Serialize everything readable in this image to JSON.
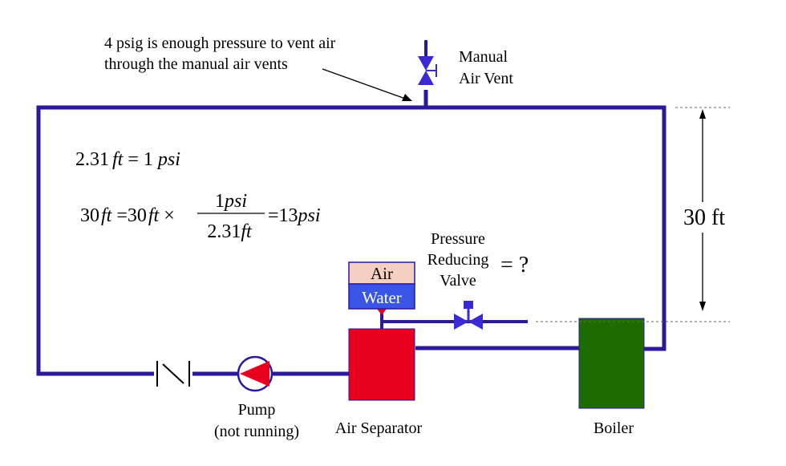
{
  "annotation": {
    "line1": "4 psig is enough pressure to vent air",
    "line2": "through the manual air vents"
  },
  "manual_air_vent": {
    "line1": "Manual",
    "line2": "Air Vent"
  },
  "equation1": {
    "lhs_num": "2.31",
    "lhs_unit": "ft",
    "eq": " = 1 ",
    "rhs_unit": "psi"
  },
  "equation2": {
    "a_num": "30",
    "a_unit": "ft",
    "eq1": " =30",
    "b_unit": "ft",
    "times": " ×",
    "frac_num": "1",
    "frac_num_unit": "psi",
    "frac_den": "2.31",
    "frac_den_unit": "ft",
    "result": "=13",
    "result_unit": "psi"
  },
  "height": {
    "label": "30 ft"
  },
  "prv": {
    "line1": "Pressure",
    "line2": "Reducing",
    "line3": "Valve",
    "question": "= ?"
  },
  "tank": {
    "air": "Air",
    "water": "Water"
  },
  "labels": {
    "pump_line1": "Pump",
    "pump_line2": "(not running)",
    "air_separator": "Air Separator",
    "boiler": "Boiler"
  },
  "colors": {
    "pipe": "#2a1a9a",
    "separator": "#e8001f",
    "boiler": "#1e6b00",
    "air": "#f5cfc0",
    "water": "#3a55e6",
    "pump_arrow": "#e8001f",
    "prv_valve": "#3a2ad6"
  }
}
